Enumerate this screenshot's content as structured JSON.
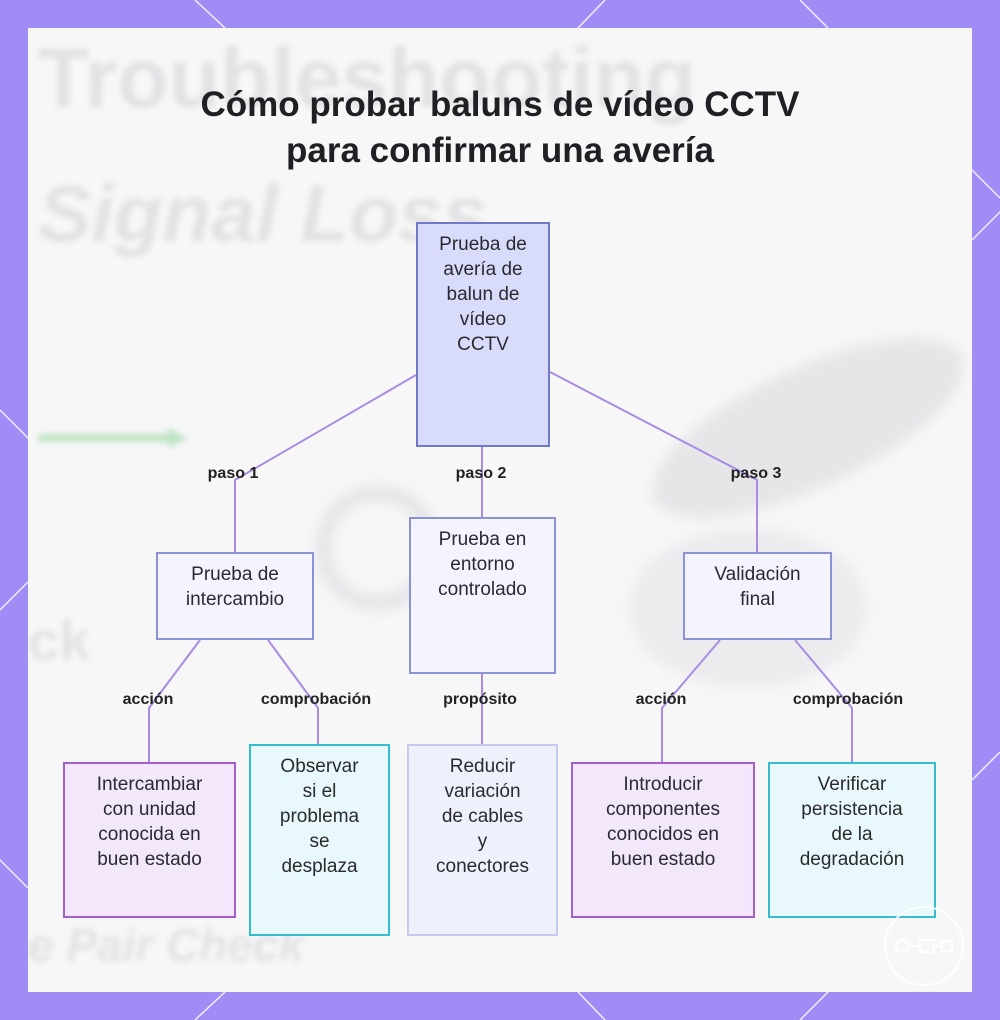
{
  "title": {
    "line1": "Cómo probar baluns de vídeo CCTV",
    "line2": "para confirmar una avería"
  },
  "background_text": {
    "t1": "Troubleshooting",
    "t2": "Signal Loss",
    "t3": "ck",
    "t4": "e Pair Check"
  },
  "nodes": {
    "root": [
      "Prueba de",
      "avería de",
      "balun de",
      "vídeo",
      "CCTV"
    ],
    "step1": [
      "Prueba de",
      "intercambio"
    ],
    "step2": [
      "Prueba en",
      "entorno",
      "controlado"
    ],
    "step3": [
      "Validación",
      "final"
    ],
    "leaf1": [
      "Intercambiar",
      "con unidad",
      "conocida en",
      "buen estado"
    ],
    "leaf2": [
      "Observar",
      "si el",
      "problema",
      "se",
      "desplaza"
    ],
    "leaf3": [
      "Reducir",
      "variación",
      "de cables",
      "y",
      "conectores"
    ],
    "leaf4": [
      "Introducir",
      "componentes",
      "conocidos en",
      "buen estado"
    ],
    "leaf5": [
      "Verificar",
      "persistencia",
      "de la",
      "degradación"
    ]
  },
  "edge_labels": {
    "paso1": "paso 1",
    "paso2": "paso 2",
    "paso3": "paso 3",
    "accion1": "acción",
    "comprobacion1": "comprobación",
    "proposito": "propósito",
    "accion2": "acción",
    "comprobacion2": "comprobación"
  },
  "colors": {
    "frame": "#a18cf6",
    "edge": "#a98be6",
    "root_fill": "#d9dbfb",
    "action_border": "#a35fd0",
    "check_border": "#38bdd0"
  }
}
